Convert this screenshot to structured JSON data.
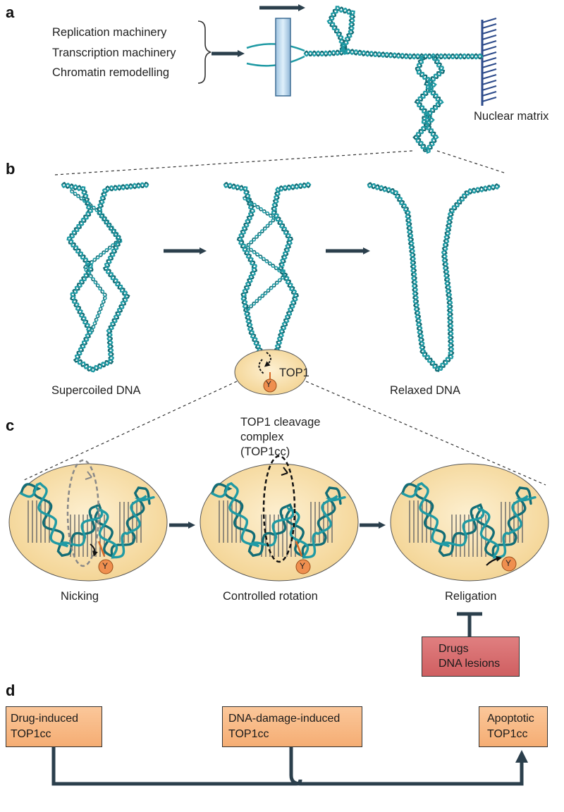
{
  "panels": [
    "a",
    "b",
    "c",
    "d"
  ],
  "panel_a": {
    "machinery": [
      "Replication machinery",
      "Transcription machinery",
      "Chromatin remodelling"
    ],
    "matrix_label": "Nuclear matrix"
  },
  "panel_b": {
    "left_label": "Supercoiled DNA",
    "right_label": "Relaxed DNA",
    "enzyme_label": "TOP1",
    "tyrosine": "Y"
  },
  "panel_c": {
    "complex_label": [
      "TOP1 cleavage",
      "complex",
      "(TOP1cc)"
    ],
    "steps": [
      "Nicking",
      "Controlled rotation",
      "Religation"
    ],
    "inhibitors": [
      "Drugs",
      "DNA lesions"
    ],
    "tyrosine": "Y"
  },
  "panel_d": {
    "boxes": [
      [
        "Drug-induced",
        "TOP1cc"
      ],
      [
        "DNA-damage-induced",
        "TOP1cc"
      ],
      [
        "Apoptotic",
        "TOP1cc"
      ]
    ]
  },
  "colors": {
    "dna": "#1f9aa4",
    "dna_dark": "#136d76",
    "arrow": "#2b3f4c",
    "ellipse": "#f7dca5",
    "tyrosine": "#ef8f4f",
    "matrix": "#2c4a8a",
    "box_orange": "#f6b47e",
    "box_red": "#d86a6c"
  }
}
